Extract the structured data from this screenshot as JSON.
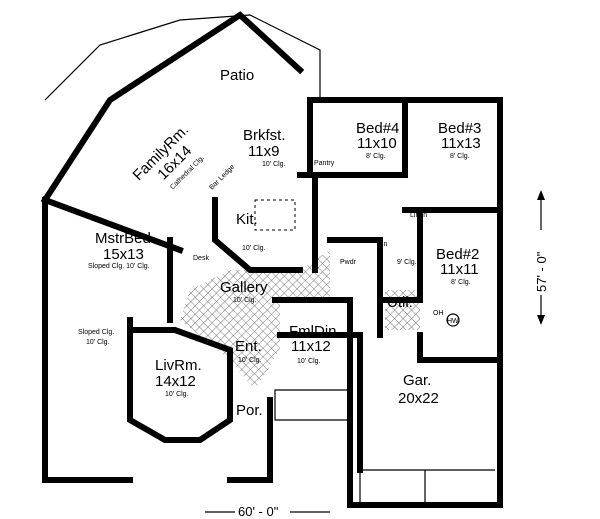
{
  "rooms": {
    "patio": {
      "name": "Patio"
    },
    "family": {
      "name": "FamilyRm.",
      "size": "16x14",
      "ceiling": "Cathedral Clg."
    },
    "bar_ledge": {
      "name": "Bar Ledge"
    },
    "breakfast": {
      "name": "Brkfst.",
      "size": "11x9",
      "ceiling": "10' Clg."
    },
    "pantry": {
      "name": "Pantry"
    },
    "kitchen": {
      "name": "Kit.",
      "ceiling": "10' Clg."
    },
    "desk": {
      "name": "Desk"
    },
    "master": {
      "name": "MstrBed",
      "size": "15x13",
      "ceiling": "Sloped Clg. 10' Clg."
    },
    "master_bath": {
      "ceiling1": "Sloped Clg.",
      "ceiling2": "10' Clg."
    },
    "gallery": {
      "name": "Gallery",
      "ceiling": "10' Clg."
    },
    "bed4": {
      "name": "Bed#4",
      "size": "11x10",
      "ceiling": "8' Clg."
    },
    "bed3": {
      "name": "Bed#3",
      "size": "11x13",
      "ceiling": "8' Clg."
    },
    "bed2": {
      "name": "Bed#2",
      "size": "11x11",
      "ceiling": "8' Clg."
    },
    "linen": {
      "name": "Linen"
    },
    "lin": {
      "name": "Lin"
    },
    "powder": {
      "name": "Pwdr"
    },
    "hall": {
      "ceiling": "9' Clg."
    },
    "utility": {
      "name": "Util."
    },
    "dining": {
      "name": "FmlDin.",
      "size": "11x12",
      "ceiling": "10' Clg."
    },
    "entry": {
      "name": "Ent.",
      "ceiling": "10' Clg."
    },
    "living": {
      "name": "LivRm.",
      "size": "14x12",
      "ceiling": "10' Clg."
    },
    "porch": {
      "name": "Por."
    },
    "garage": {
      "name": "Gar.",
      "size": "20x22"
    },
    "water_heater": {
      "oh": "OH",
      "hw": "HW"
    }
  },
  "dimensions": {
    "depth": "57' - 0\"",
    "width": "60' - 0\""
  }
}
